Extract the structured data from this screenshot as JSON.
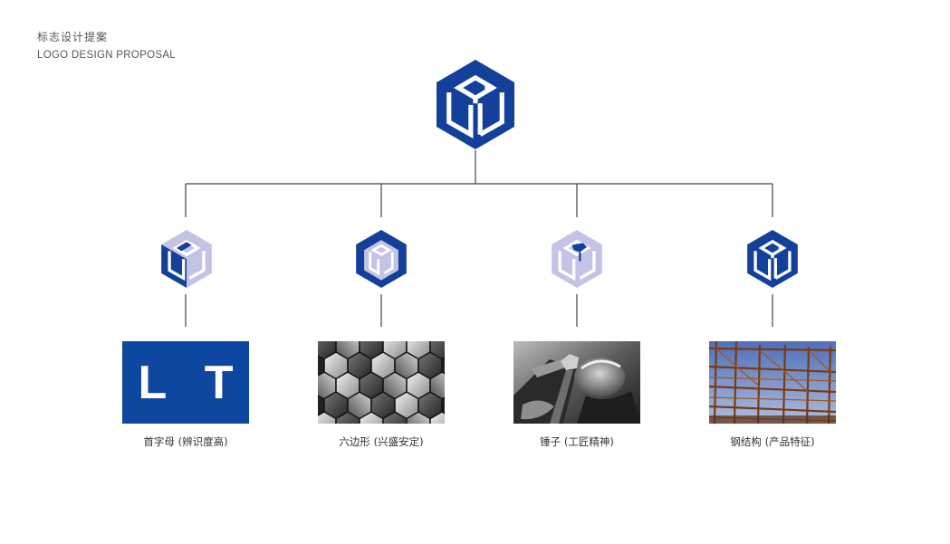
{
  "header": {
    "title_zh": "标志设计提案",
    "title_en": "LOGO DESIGN PROPOSAL"
  },
  "main_logo": {
    "icon": "hexagon-cube-logo",
    "color": "#12409a"
  },
  "colors": {
    "brand_blue": "#12409a",
    "light_violet": "#b9b9e0",
    "line": "#444444"
  },
  "cards": [
    {
      "caption": "首字母 (辨识度高)",
      "image": "lt-letters",
      "text": "L T"
    },
    {
      "caption": "六边形 (兴盛安定)",
      "image": "hexagon-pattern"
    },
    {
      "caption": "锤子 (工匠精神)",
      "image": "hammer-photo"
    },
    {
      "caption": "钢结构 (产品特征)",
      "image": "steel-structure-photo"
    }
  ]
}
